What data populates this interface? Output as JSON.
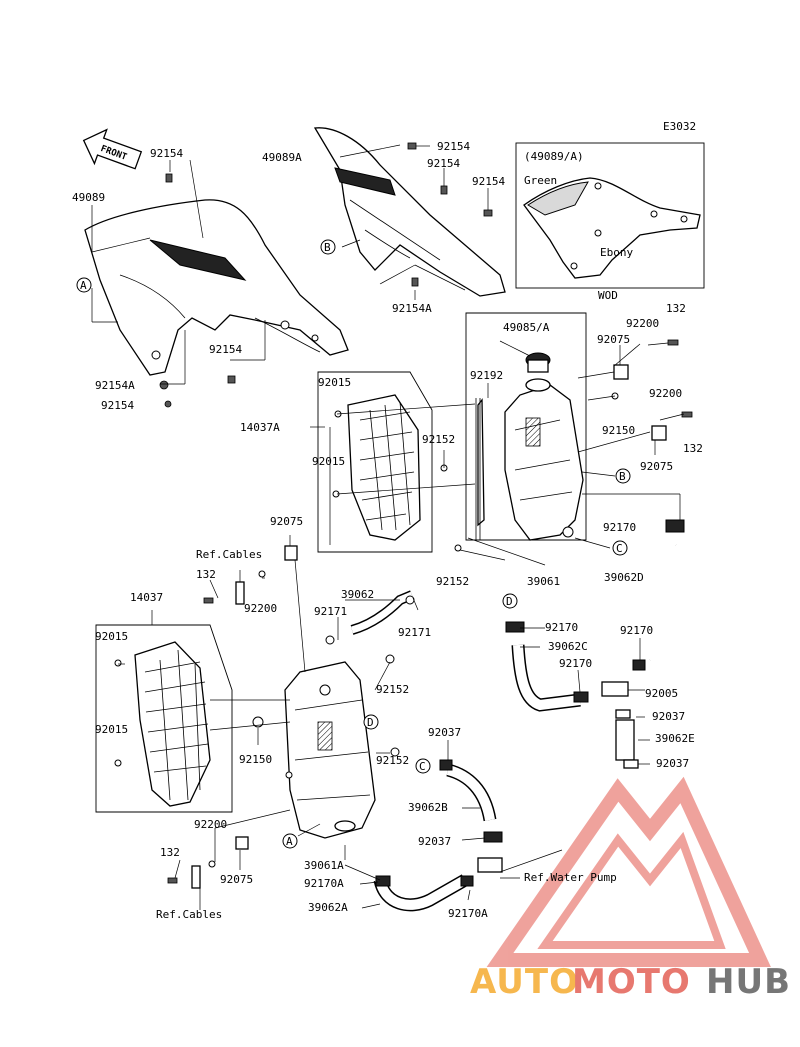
{
  "diagram_code": "E3032",
  "front_label": "FRONT",
  "inset": {
    "title": "(49089/A)",
    "color_green": "Green",
    "color_ebony": "Ebony",
    "footer": "WOD"
  },
  "callouts": {
    "A": "A",
    "B": "B",
    "C": "C",
    "D": "D"
  },
  "labels": {
    "p49089": "49089",
    "p92154_a": "92154",
    "p92154_b": "92154",
    "p92154_c": "92154",
    "p92154_d": "92154",
    "p92154_e": "92154",
    "p92154_f": "92154",
    "p92154A_a": "92154A",
    "p92154A_b": "92154A",
    "p49089A": "49089A",
    "p49085A": "49085/A",
    "p92192": "92192",
    "p92200_a": "92200",
    "p92200_b": "92200",
    "p92200_c": "92200",
    "p92200_d": "92200",
    "p132_a": "132",
    "p132_b": "132",
    "p132_c": "132",
    "p132_d": "132",
    "p92075_a": "92075",
    "p92075_b": "92075",
    "p92075_c": "92075",
    "p92075_d": "92075",
    "p92015_a": "92015",
    "p92015_b": "92015",
    "p92015_c": "92015",
    "p92015_d": "92015",
    "p14037A": "14037A",
    "p14037": "14037",
    "p92152_a": "92152",
    "p92152_b": "92152",
    "p92152_c": "92152",
    "p92152_d": "92152",
    "p92150_a": "92150",
    "p92150_b": "92150",
    "p92170": "92170",
    "p92170_b": "92170",
    "p92170_c": "92170",
    "p92170_d": "92170",
    "p39061": "39061",
    "p39061A": "39061A",
    "p39062": "39062",
    "p39062D": "39062D",
    "p39062C": "39062C",
    "p39062E": "39062E",
    "p39062B": "39062B",
    "p39062A": "39062A",
    "p92171_a": "92171",
    "p92171_b": "92171",
    "p92005": "92005",
    "p92037_a": "92037",
    "p92037_b": "92037",
    "p92037_c": "92037",
    "p92037_d": "92037",
    "p92170A_a": "92170A",
    "p92170A_b": "92170A",
    "ref_cables_a": "Ref.Cables",
    "ref_cables_b": "Ref.Cables",
    "ref_water_pump": "Ref.Water Pump"
  },
  "watermark": {
    "part1": "AUTO",
    "part2": "MOTO",
    "part3": "HUB",
    "color_primary": "#f5a623",
    "color_secondary": "#e2574c",
    "color_tertiary": "#555555"
  }
}
